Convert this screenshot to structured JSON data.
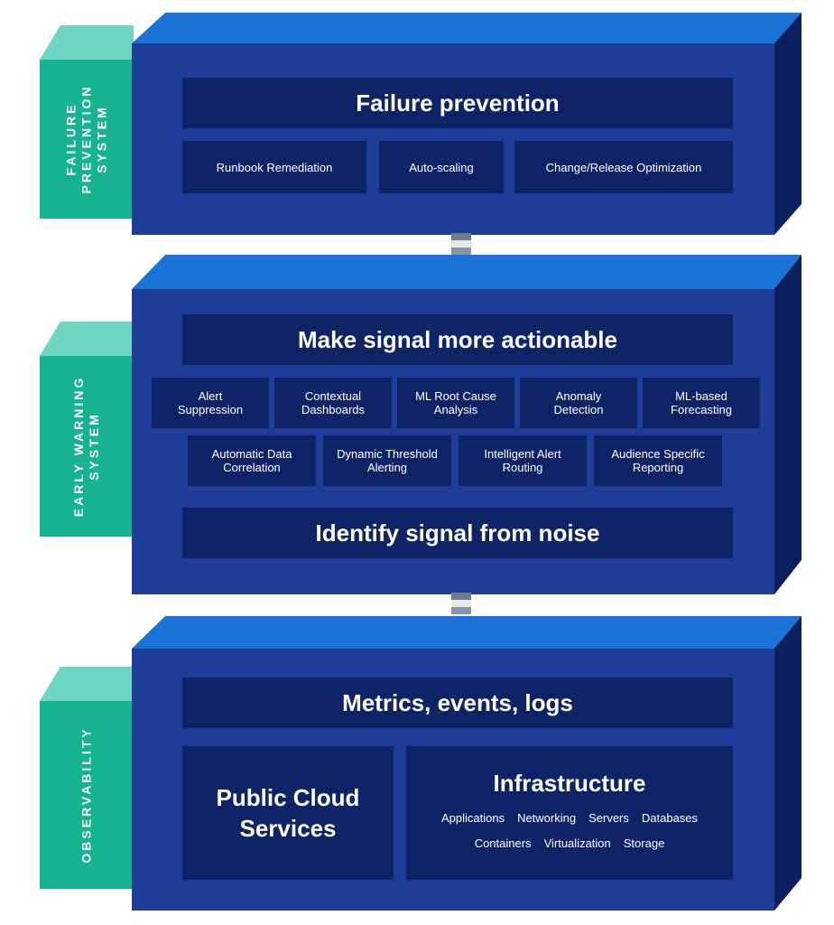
{
  "layers": {
    "failure": {
      "side_label": "FAILURE\nPREVENTION\nSYSTEM",
      "title": "Failure prevention",
      "items": [
        "Runbook Remediation",
        "Auto-scaling",
        "Change/Release Optimization"
      ]
    },
    "early": {
      "side_label": "EARLY WARNING\nSYSTEM",
      "title_top": "Make signal more actionable",
      "row1": [
        "Alert\nSuppression",
        "Contextual\nDashboards",
        "ML Root Cause\nAnalysis",
        "Anomaly\nDetection",
        "ML-based\nForecasting"
      ],
      "row2": [
        "Automatic Data\nCorrelation",
        "Dynamic Threshold\nAlerting",
        "Intelligent Alert\nRouting",
        "Audience Specific\nReporting"
      ],
      "title_bottom": "Identify signal from noise"
    },
    "observability": {
      "side_label": "OBSERVABILITY",
      "title": "Metrics, events, logs",
      "cloud": "Public Cloud\nServices",
      "infra_title": "Infrastructure",
      "infra_row1": [
        "Applications",
        "Networking",
        "Servers",
        "Databases"
      ],
      "infra_row2": [
        "Containers",
        "Virtualization",
        "Storage"
      ]
    }
  },
  "colors": {
    "front": "#1d3d99",
    "top": "#1a73d6",
    "side": "#0c1f5e",
    "panel": "#0f2466",
    "teal": "#15b38f",
    "teal_light": "#6fd6c3"
  }
}
